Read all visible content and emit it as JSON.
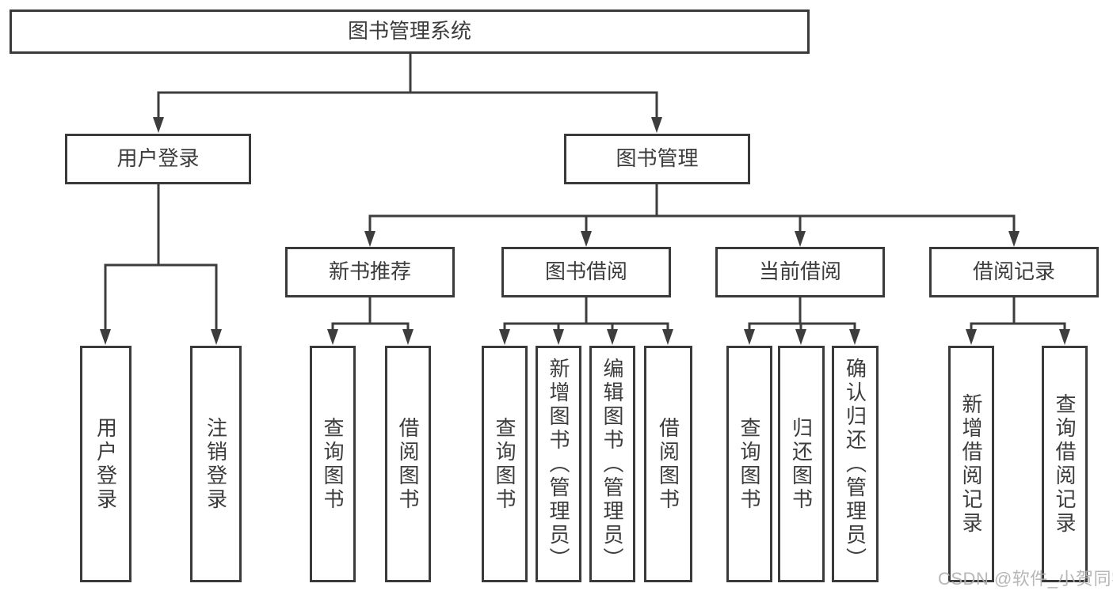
{
  "diagram": {
    "nodes": {
      "root": "图书管理系统",
      "user_login": "用户登录",
      "book_management": "图书管理",
      "new_book_recommend": "新书推荐",
      "book_borrow": "图书借阅",
      "current_borrow": "当前借阅",
      "borrow_record": "借阅记录",
      "leaf_user_login": "用户登录",
      "leaf_logout": "注销登录",
      "leaf_query_book_a": "查询图书",
      "leaf_borrow_book_a": "借阅图书",
      "leaf_query_book_b": "查询图书",
      "leaf_add_book_admin": "新增图书（管理员）",
      "leaf_edit_book_admin": "编辑图书（管理员）",
      "leaf_borrow_book_b": "借阅图书",
      "leaf_query_book_c": "查询图书",
      "leaf_return_book": "归还图书",
      "leaf_confirm_return_admin": "确认归还（管理员）",
      "leaf_add_borrow_record": "新增借阅记录",
      "leaf_query_borrow_record": "查询借阅记录"
    },
    "watermark": "CSDN @软件_小贺同学",
    "colors": {
      "line": "#3d3d3d",
      "box_border": "#3a3a3a",
      "text": "#3c3c3c",
      "background": "#ffffff",
      "watermark": "#b1b1b1"
    }
  }
}
